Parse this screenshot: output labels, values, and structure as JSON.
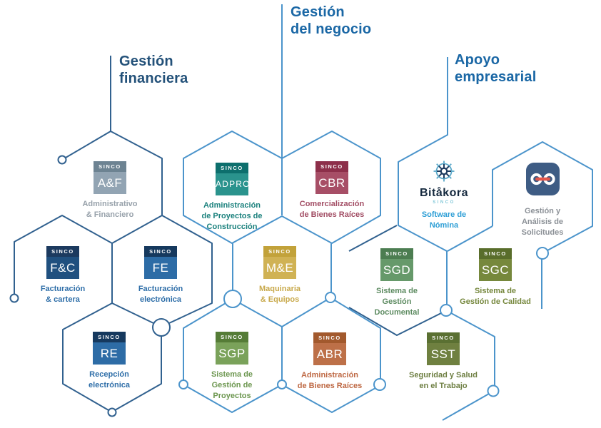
{
  "titles": [
    {
      "id": "gestion-financiera",
      "text": "Gestión\nfinanciera",
      "color": "#235179"
    },
    {
      "id": "gestion-del-negocio",
      "text": "Gestión\ndel negocio",
      "color": "#1a67a5"
    },
    {
      "id": "apoyo-empresarial",
      "text": "Apoyo\nempresarial",
      "color": "#1a67a5"
    }
  ],
  "palette": {
    "navy_line": "#31618f",
    "blue_line": "#4b94cb",
    "background": "#ffffff"
  },
  "products": [
    {
      "id": "af",
      "brand": "SINCO",
      "acronym": "A&F",
      "caption": "Administrativo\n& Financiero",
      "colors": {
        "tag": "#6d8392",
        "box": "#92a4b3",
        "caption": "#98a2ab"
      }
    },
    {
      "id": "adpro",
      "brand": "SINCO",
      "acronym": "ADPRO",
      "caption": "Administración\nde Proyectos de\nConstrucción",
      "colors": {
        "tag": "#0d6f6d",
        "box": "#2a938d",
        "caption": "#1b817d"
      }
    },
    {
      "id": "cbr",
      "brand": "SINCO",
      "acronym": "CBR",
      "caption": "Comercialización\nde Bienes Raíces",
      "colors": {
        "tag": "#8d2f4a",
        "box": "#a74e66",
        "caption": "#a24d64"
      }
    },
    {
      "id": "bitakora",
      "brand": "SINCO",
      "name": "Bitåkora",
      "caption": "Software de\nNómina",
      "colors": {
        "wheel_outer": "#5aa8c9",
        "wheel_inner": "#1d3a5f",
        "name": "#15293e",
        "caption": "#2f9fd6"
      }
    },
    {
      "id": "gestion-solicitudes",
      "caption": "Gestión y\nAnálisis de\nSolicitudes",
      "colors": {
        "icon_bg": "#3e5c84",
        "icon_link": "#e2574c",
        "caption": "#8b9096"
      }
    },
    {
      "id": "fc",
      "brand": "SINCO",
      "acronym": "F&C",
      "caption": "Facturación\n& cartera",
      "colors": {
        "tag": "#1c3a5f",
        "box": "#20507f",
        "caption": "#2e6ea8"
      }
    },
    {
      "id": "fe",
      "brand": "SINCO",
      "acronym": "FE",
      "caption": "Facturación\nelectrónica",
      "colors": {
        "tag": "#16395e",
        "box": "#2d6ca6",
        "caption": "#2e6ea8"
      }
    },
    {
      "id": "me",
      "brand": "SINCO",
      "acronym": "M&E",
      "caption": "Maquinaria\n& Equipos",
      "colors": {
        "tag": "#c2a23a",
        "box": "#d0b254",
        "caption": "#c8a94b"
      }
    },
    {
      "id": "sgd",
      "brand": "SINCO",
      "acronym": "SGD",
      "caption": "Sistema de\nGestión\nDocumental",
      "colors": {
        "tag": "#4c7d51",
        "box": "#66996a",
        "caption": "#5d8b61"
      }
    },
    {
      "id": "sgc",
      "brand": "SINCO",
      "acronym": "SGC",
      "caption": "Sistema de\nGestión de Calidad",
      "colors": {
        "tag": "#596d2b",
        "box": "#76883c",
        "caption": "#75873c"
      }
    },
    {
      "id": "re",
      "brand": "SINCO",
      "acronym": "RE",
      "caption": "Recepción\nelectrónica",
      "colors": {
        "tag": "#16395e",
        "box": "#2d6ca6",
        "caption": "#2e6ea8"
      }
    },
    {
      "id": "sgp",
      "brand": "SINCO",
      "acronym": "SGP",
      "caption": "Sistema de\nGestión de\nProyectos",
      "colors": {
        "tag": "#557c37",
        "box": "#7aa25a",
        "caption": "#6d9750"
      }
    },
    {
      "id": "abr",
      "brand": "SINCO",
      "acronym": "ABR",
      "caption": "Administración\nde Bienes Raíces",
      "colors": {
        "tag": "#a2592d",
        "box": "#bd7048",
        "caption": "#be6843"
      }
    },
    {
      "id": "sst",
      "brand": "SINCO",
      "acronym": "SST",
      "caption": "Seguridad y Salud\nen el Trabajo",
      "colors": {
        "tag": "#5a7032",
        "box": "#6f8040",
        "caption": "#6d7e41"
      }
    }
  ]
}
